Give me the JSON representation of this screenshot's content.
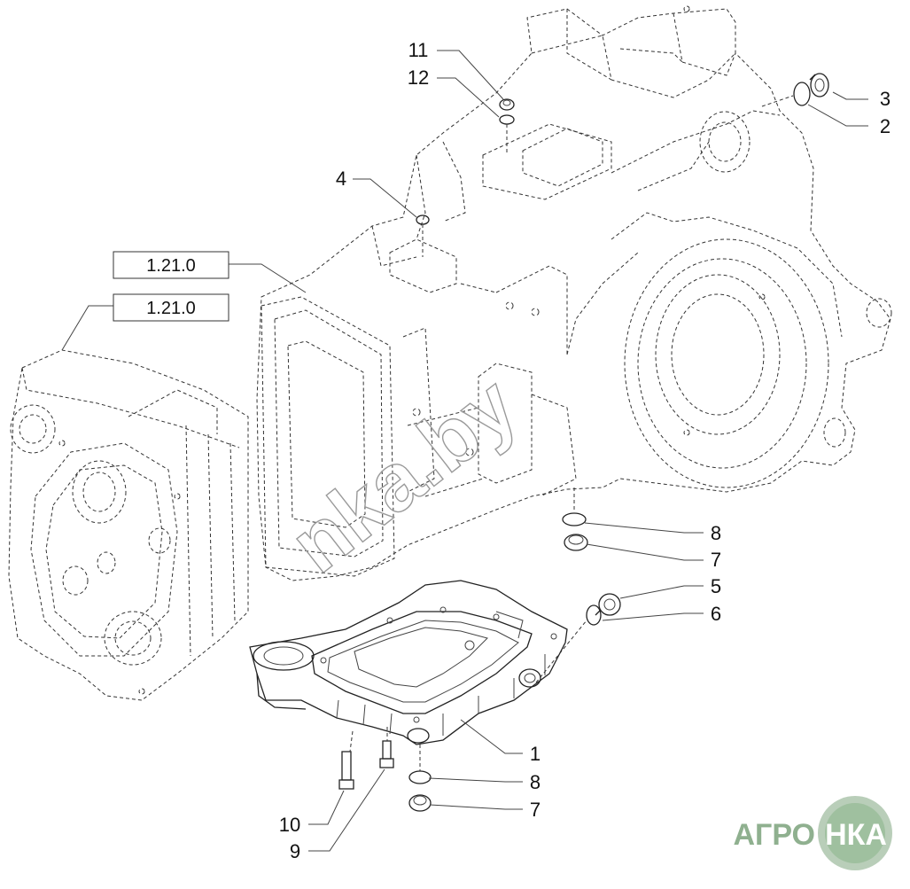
{
  "callouts": {
    "c1": "1",
    "c2": "2",
    "c3": "3",
    "c4": "4",
    "c5": "5",
    "c6": "6",
    "c7a": "7",
    "c7b": "7",
    "c8a": "8",
    "c8b": "8",
    "c9": "9",
    "c10": "10",
    "c11": "11",
    "c12": "12"
  },
  "references": {
    "ref_a": "1.21.0",
    "ref_b": "1.21.0"
  },
  "watermark": "nka.by",
  "logo": {
    "left": "АГРО",
    "right": "НКА",
    "color": "#7fa67f"
  }
}
